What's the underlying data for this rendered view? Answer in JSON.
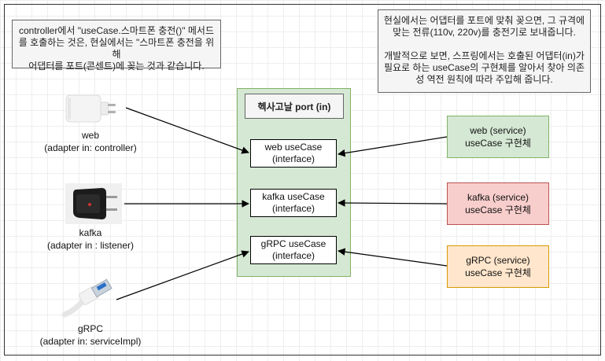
{
  "notes": {
    "left": "controller에서 \"useCase.스마트폰 충전()\" 메서드\n를 호출하는 것은, 현실에서는 \"스마트폰 충전을 위해\n어댑터를 포트(콘센트)에 꽂는 것과 같습니다.",
    "right": "현실에서는 어댑터를 포트에 맞춰 꽂으면, 그 규격에\n맞는 전류(110v, 220v)를 충전기로 보내줍니다.\n\n개발적으로 보면, 스프링에서는 호출된 어댑터(in)가\n필요로 하는 useCase의 구현체를 알아서 찾아 의존\n성 역전 원칙에 따라 주입해 줍니다."
  },
  "port": {
    "title": "헥사고날 port (in)"
  },
  "usecases": [
    {
      "name": "web useCase",
      "sub": "(interface)"
    },
    {
      "name": "kafka useCase",
      "sub": "(interface)"
    },
    {
      "name": "gRPC useCase",
      "sub": "(interface)"
    }
  ],
  "services": [
    {
      "line1": "web (service)",
      "line2": "useCase 구현체",
      "fill": "#d5e8d4",
      "stroke": "#82b366"
    },
    {
      "line1": "kafka (service)",
      "line2": "useCase 구현체",
      "fill": "#f8cecc",
      "stroke": "#b85450"
    },
    {
      "line1": "gRPC (service)",
      "line2": "useCase 구현체",
      "fill": "#ffe6cc",
      "stroke": "#d79b00"
    }
  ],
  "adapters": [
    {
      "name": "web",
      "desc": "(adapter in: controller)"
    },
    {
      "name": "kafka",
      "desc": "(adapter in : listener)"
    },
    {
      "name": "gRPC",
      "desc": "(adapter in: serviceImpl)"
    }
  ]
}
